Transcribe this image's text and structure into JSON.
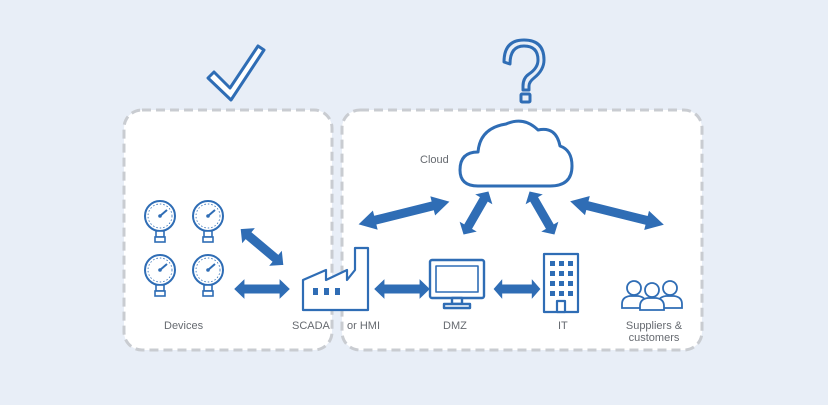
{
  "labels": {
    "cloud": "Cloud",
    "devices": "Devices",
    "scada": "SCADA",
    "hmi": "or HMI",
    "dmz": "DMZ",
    "it": "IT",
    "suppliers_line1": "Suppliers &",
    "suppliers_line2": "customers"
  },
  "icons": {
    "left_zone_status": "checkmark-icon",
    "right_zone_status": "question-mark-icon"
  },
  "colors": {
    "background": "#e8eef7",
    "zone_fill": "#ffffff",
    "zone_border": "#c9ccd1",
    "accent": "#2f6db5",
    "label": "#666a70"
  }
}
